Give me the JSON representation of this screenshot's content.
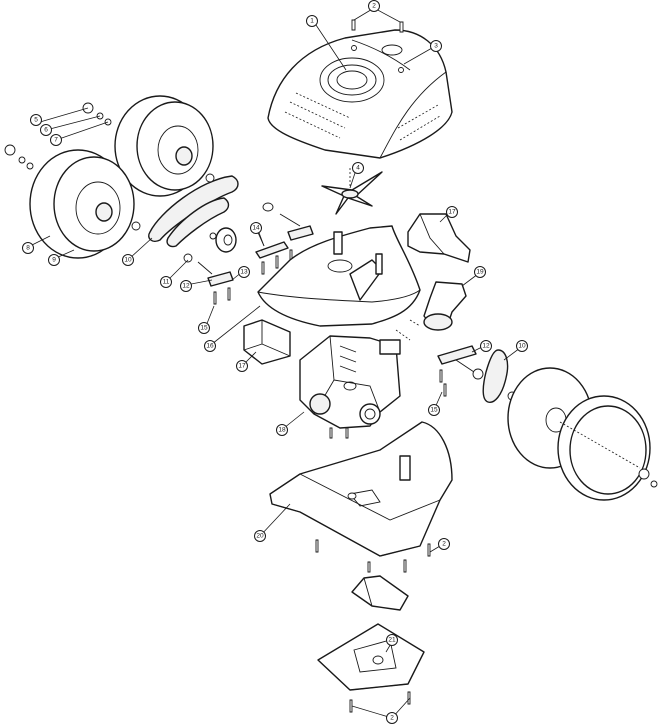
{
  "callouts": [
    {
      "label": "1"
    },
    {
      "label": "2"
    },
    {
      "label": "3"
    },
    {
      "label": "4"
    },
    {
      "label": "5"
    },
    {
      "label": "6"
    },
    {
      "label": "7"
    },
    {
      "label": "8"
    },
    {
      "label": "9"
    },
    {
      "label": "10"
    },
    {
      "label": "11"
    },
    {
      "label": "12"
    },
    {
      "label": "13"
    },
    {
      "label": "14"
    },
    {
      "label": "15"
    },
    {
      "label": "16"
    },
    {
      "label": "17"
    },
    {
      "label": "17"
    },
    {
      "label": "18"
    },
    {
      "label": "19"
    },
    {
      "label": "20"
    },
    {
      "label": "21"
    },
    {
      "label": "2"
    },
    {
      "label": "2"
    },
    {
      "label": "10"
    },
    {
      "label": "12"
    },
    {
      "label": "15"
    }
  ]
}
